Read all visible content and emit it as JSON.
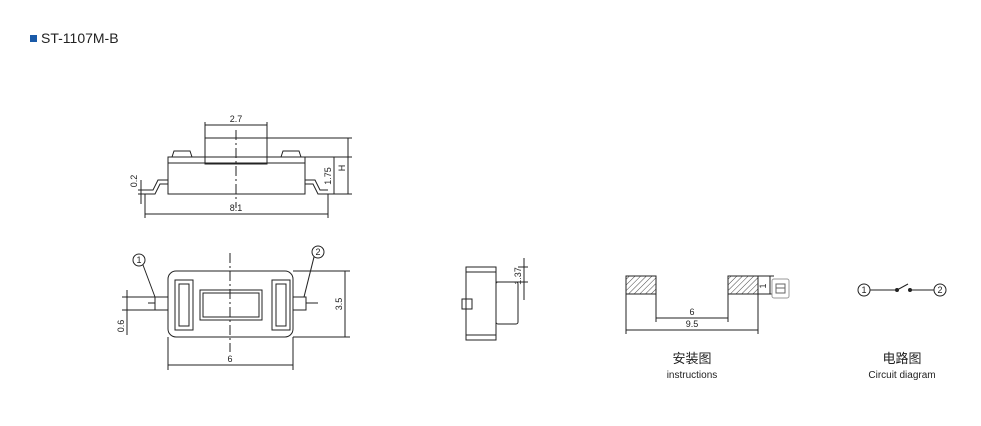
{
  "header": {
    "model": "ST-1107M-B"
  },
  "front_view": {
    "dims": {
      "stem_width": "2.7",
      "height_label": "H",
      "body_height": "1.75",
      "lead_thickness": "0.2",
      "overall_length": "8.1"
    }
  },
  "top_view": {
    "pins": [
      "1",
      "2"
    ],
    "dims": {
      "height": "3.5",
      "pin_width": "0.6",
      "length": "6"
    }
  },
  "side_view": {
    "dims": {
      "stem": "1.37"
    }
  },
  "install": {
    "dims": {
      "inner": "6",
      "outer": "9.5",
      "pad": "1"
    },
    "caption_cn": "安装图",
    "caption_en": "instructions"
  },
  "circuit": {
    "pins": [
      "1",
      "2"
    ],
    "caption_cn": "电路图",
    "caption_en": "Circuit diagram"
  }
}
